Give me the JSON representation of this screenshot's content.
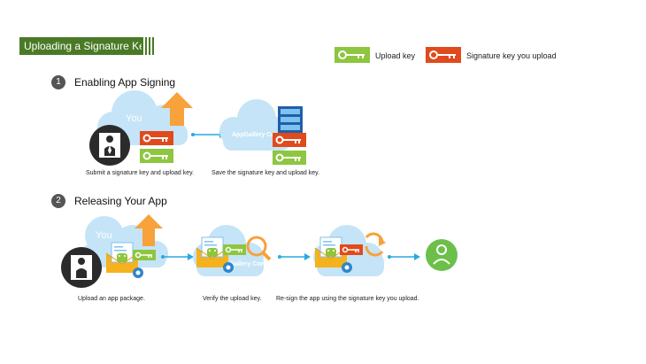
{
  "header": {
    "title": "Uploading a Signature Key"
  },
  "legend": {
    "upload_key_label": "Upload key",
    "signature_key_label": "Signature key you upload"
  },
  "colors": {
    "header_green": "#4a7a26",
    "upload_key_green": "#8dc63f",
    "signature_key_orange": "#e04a1c",
    "cloud_blue": "#c5e4f7",
    "arrow_blue": "#29a9e0",
    "upload_arrow_orange": "#f7a23a",
    "user_dark": "#2b2b2b",
    "user_green": "#6cc04a"
  },
  "steps": [
    {
      "number": "1",
      "title": "Enabling App Signing",
      "cloud_label": "You",
      "server_label": "AppGallery Connect",
      "captions": [
        "Submit a signature key and upload key.",
        "Save the signature key and upload key."
      ]
    },
    {
      "number": "2",
      "title": "Releasing Your App",
      "cloud_label": "You",
      "server_label": "AppGallery Connect",
      "captions": [
        "Upload an app package.",
        "Verify the upload key.",
        "Re-sign the app using the signature  key you upload."
      ]
    }
  ]
}
